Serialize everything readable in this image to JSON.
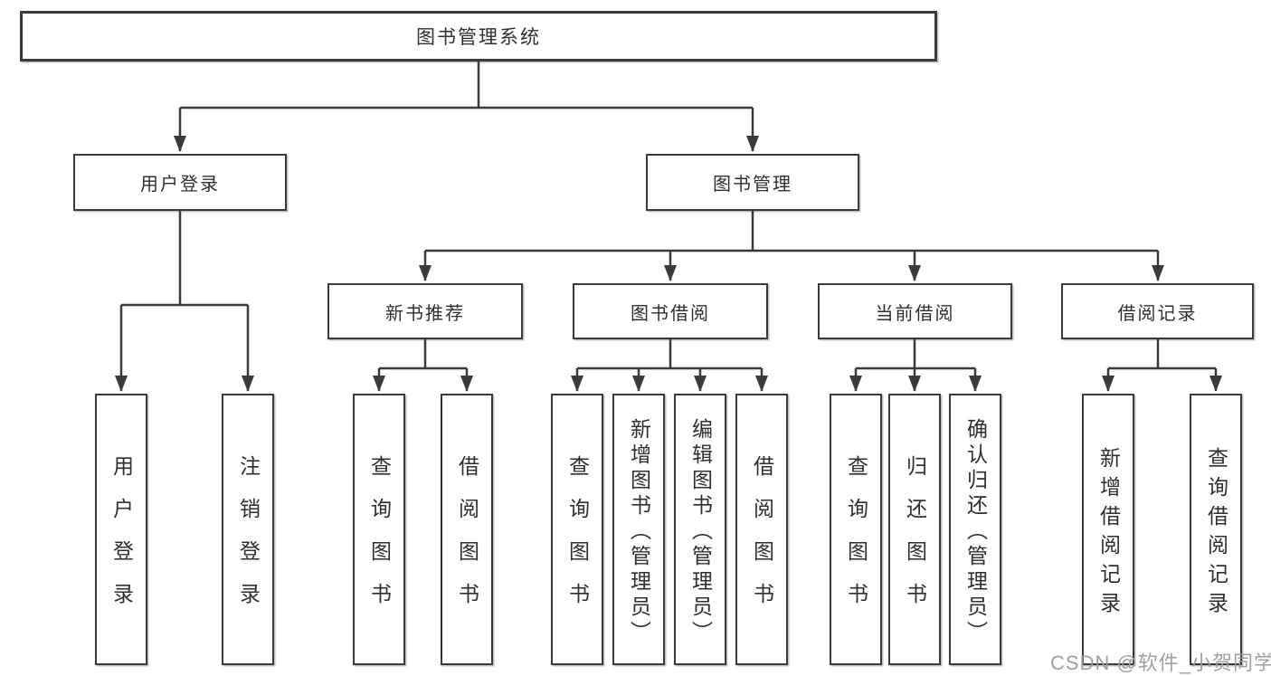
{
  "diagram": {
    "type": "functional-structure-tree",
    "root": {
      "label": "图书管理系统"
    },
    "level2": [
      {
        "label": "用户登录",
        "children": [
          "用户登录",
          "注销登录"
        ]
      },
      {
        "label": "图书管理"
      }
    ],
    "level3": [
      {
        "label": "新书推荐",
        "children": [
          "查询图书",
          "借阅图书"
        ]
      },
      {
        "label": "图书借阅",
        "children": [
          "查询图书",
          "新增图书（管理员）",
          "编辑图书（管理员）",
          "借阅图书"
        ]
      },
      {
        "label": "当前借阅",
        "children": [
          "查询图书",
          "归还图书",
          "确认归还（管理员）"
        ]
      },
      {
        "label": "借阅记录",
        "children": [
          "新增借阅记录",
          "查询借阅记录"
        ]
      }
    ]
  },
  "watermark": {
    "text": "CSDN @软件_小贺同学"
  },
  "colors": {
    "background": "#ffffff",
    "line": "#3a3a3a",
    "box_border": "#3a3a3a",
    "text": "#2f2f2f",
    "watermark": "#9b9b9b"
  }
}
